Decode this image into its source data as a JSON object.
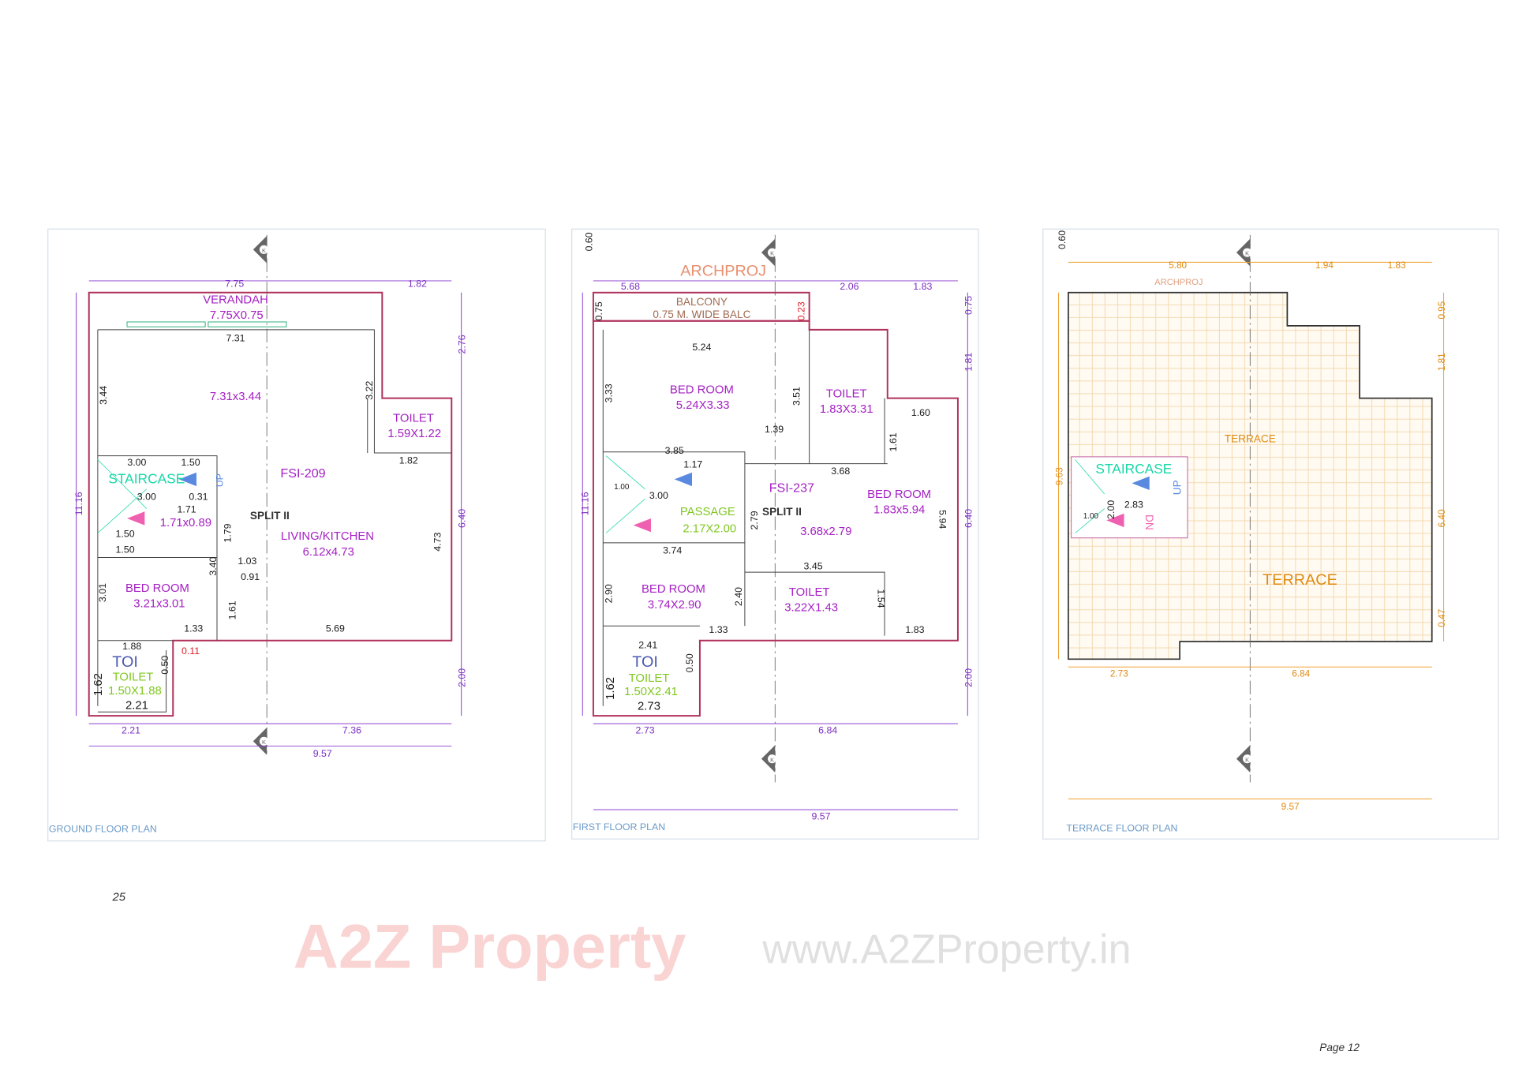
{
  "watermark": {
    "brand": "A2Z Property",
    "url": "www.A2ZProperty.in"
  },
  "page": {
    "left_number": "25",
    "right_number": "Page 12"
  },
  "section_marker": "K",
  "colors": {
    "room_label": "#a51fc4",
    "dimension": "#7b2fc3",
    "staircase": "#17d8a8",
    "wall": "#b0305a",
    "terrace": "#e08a10"
  },
  "ground": {
    "caption": "GROUND FLOOR PLAN",
    "dims": {
      "top_a": "7.75",
      "top_b": "1.82",
      "left_total": "11.16",
      "right_a": "2.76",
      "right_b": "6.40",
      "right_c": "2.00",
      "bottom_a": "2.21",
      "bottom_b": "7.36",
      "bottom_total": "9.57"
    },
    "verandah": {
      "name": "VERANDAH",
      "size": "7.75X0.75"
    },
    "hall": {
      "width": "7.31",
      "size": "7.31x3.44",
      "height": "3.44",
      "right": "3.22"
    },
    "toilet": {
      "name": "TOILET",
      "size": "1.59X1.22",
      "width": "1.82"
    },
    "fsi": "FSI-209",
    "staircase": {
      "name": "STAIRCASE",
      "w1": "3.00",
      "w2": "1.50",
      "w3": "3.00",
      "w4": "0.31",
      "w5": "1.71",
      "size": "1.71x0.89",
      "l1": "1.50",
      "l2": "1.50",
      "up": "UP"
    },
    "split": "SPLIT II",
    "living": {
      "name": "LIVING/KITCHEN",
      "size": "6.12x4.73",
      "d1": "3.40",
      "d2": "1.79",
      "d3": "1.03",
      "d4": "0.91",
      "d5": "4.73"
    },
    "bedroom": {
      "name": "BED ROOM",
      "size": "3.21x3.01",
      "height": "3.01",
      "d1": "1.61"
    },
    "bottom": {
      "d1": "1.33",
      "d2": "5.69",
      "d3": "1.88",
      "d4": "0.11"
    },
    "toilet2": {
      "short": "TOI",
      "name": "TOILET",
      "size": "1.50X1.88",
      "w": "2.21",
      "h": "1.62",
      "d": "0.50"
    }
  },
  "first": {
    "caption": "FIRST FLOOR PLAN",
    "archproj": "ARCHPROJ",
    "dims": {
      "offset": "0.60",
      "top_a": "5.68",
      "top_b": "2.06",
      "top_c": "1.83",
      "r1": "0.75",
      "r2": "1.81",
      "r3": "6.40",
      "r4": "2.00",
      "left_total": "11.16",
      "bottom_a": "2.73",
      "bottom_b": "6.84",
      "bottom_total": "9.57"
    },
    "balcony": {
      "name": "BALCONY",
      "note": "0.75 M. WIDE BALC",
      "d1": "0.75",
      "d2": "0.23"
    },
    "bed1": {
      "name": "BED ROOM",
      "size": "5.24X3.33",
      "width": "5.24",
      "height": "3.33",
      "d": "3.51"
    },
    "toilet1": {
      "name": "TOILET",
      "size": "1.83X3.31",
      "d1": "1.39",
      "d2": "1.60",
      "d3": "1.61"
    },
    "fsi": "FSI-237",
    "stair": {
      "d1": "3.85",
      "d2": "1.17",
      "d3": "1.00",
      "d4": "3.00"
    },
    "passage": {
      "name": "PASSAGE",
      "size": "2.17X2.00"
    },
    "split": "SPLIT II",
    "lobby": {
      "size": "3.68x2.79",
      "width": "3.68",
      "height": "2.79"
    },
    "bed2": {
      "name": "BED ROOM",
      "size": "1.83x5.94",
      "d": "5.94"
    },
    "bed3": {
      "name": "BED ROOM",
      "size": "3.74X2.90",
      "width": "3.74",
      "height": "2.90",
      "d": "2.40"
    },
    "toilet2": {
      "name": "TOILET",
      "size": "3.22X1.43",
      "width": "3.45",
      "d": "1.54"
    },
    "bottom": {
      "d1": "1.33",
      "d2": "1.83",
      "d3": "2.41"
    },
    "toilet3": {
      "short": "TOI",
      "name": "TOILET",
      "size": "1.50X2.41",
      "w": "2.73",
      "h": "1.62",
      "d": "0.50"
    }
  },
  "terrace": {
    "caption": "TERRACE FLOOR PLAN",
    "archproj": "ARCHPROJ",
    "dims": {
      "offset": "0.60",
      "top_a": "5.80",
      "top_b": "1.94",
      "top_c": "1.83",
      "r1": "0.95",
      "r2": "1.81",
      "r3": "6.40",
      "r4": "0.47",
      "left": "9.63",
      "bottom_a": "2.73",
      "bottom_b": "6.84",
      "bottom_total": "9.57"
    },
    "label_small": "TERRACE",
    "label_large": "TERRACE",
    "stair": {
      "name": "STAIRCASE",
      "d1": "2.00",
      "d2": "2.83",
      "d3": "1.00",
      "up": "UP",
      "dn": "DN"
    }
  }
}
